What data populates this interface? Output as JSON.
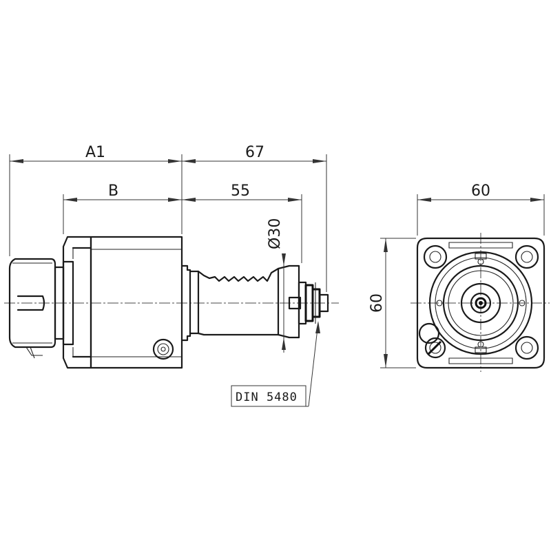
{
  "dimensions": {
    "a1": "A1",
    "b": "B",
    "length_67": "67",
    "length_55": "55",
    "diameter_30": "Ø30",
    "width_60": "60",
    "height_60": "60"
  },
  "callout": {
    "standard": "DIN 5480"
  },
  "colors": {
    "line": "#1a1a1a",
    "background": "#ffffff"
  }
}
